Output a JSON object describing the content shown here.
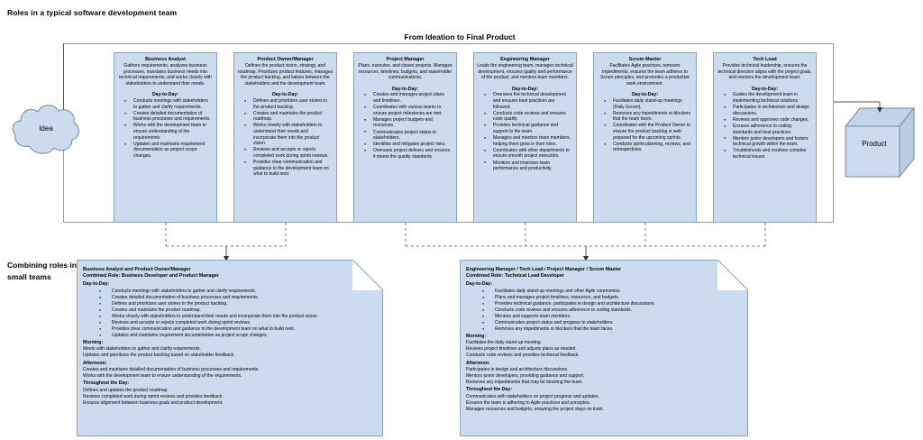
{
  "page": {
    "title": "Roles in a typical software development team",
    "flow_title": "From Ideation to Final Product",
    "section_label": "Combining roles in small teams",
    "idea_label": "Idea",
    "product_label": "Product"
  },
  "colors": {
    "card_fill": "#ccdcee",
    "card_border": "#8aa3bd",
    "container_border": "#9a9a9a",
    "connector": "#555555",
    "text": "#000000",
    "background": "#ffffff"
  },
  "day_to_day_heading": "Day-to-Day:",
  "roles": [
    {
      "name": "Business Analyst",
      "description": "Gathers requirements, analyzes business processes, translates business needs into technical requirements, and works closely with stakeholders to understand their needs.",
      "day_to_day": [
        "Conducts meetings with stakeholders to gather and clarify requirements.",
        "Creates detailed documentation of business processes and requirements.",
        "Works with the development team to ensure understanding of the requirements.",
        "Updates and maintains requirement documentation as project scope changes."
      ]
    },
    {
      "name": "Product Owner/Manager",
      "description": "Defines the product vision, strategy, and roadmap. Prioritizes product features, manages the product backlog, and liaises between the stakeholders and the development team.",
      "day_to_day": [
        "Defines and prioritizes user stories in the product backlog.",
        "Creates and maintains the product roadmap.",
        "Works closely with stakeholders to understand their needs and incorporate them into the product vision.",
        "Reviews and accepts or rejects completed work during sprint reviews.",
        "Provides clear communication and guidance to the development team on what to build next."
      ]
    },
    {
      "name": "Project Manager",
      "description": "Plans, executes, and closes projects. Manages resources, timelines, budgets, and stakeholder communications.",
      "day_to_day": [
        "Creates and manages project plans and timelines.",
        "Coordinates with various teams to ensure project milestones are met.",
        "Manages project budgets and resources.",
        "Communicates project status to stakeholders.",
        "Identifies and mitigates project risks.",
        "Oversees project delivery and ensures it meets the quality standards."
      ]
    },
    {
      "name": "Engineering Manager",
      "description": "Leads the engineering team, manages technical development, ensures quality and performance of the product, and mentors team members.",
      "day_to_day": [
        "Oversees the technical development and ensures best practices are followed.",
        "Conducts code reviews and ensures code quality.",
        "Provides technical guidance and support to the team.",
        "Manages and mentors team members, helping them grow in their roles.",
        "Coordinates with other departments to ensure smooth project execution.",
        "Monitors and improves team performance and productivity."
      ]
    },
    {
      "name": "Scrum Master",
      "description": "Facilitates Agile practices, removes impediments, ensures the team adheres to Scrum principles, and promotes a productive work environment.",
      "day_to_day": [
        "Facilitates daily stand-up meetings (Daily Scrum).",
        "Removes any impediments or blockers that the team faces.",
        "Coordinates with the Product Owner to ensure the product backlog is well-prepared for the upcoming sprints.",
        "Conducts sprint planning, reviews, and retrospectives."
      ]
    },
    {
      "name": "Tech Lead",
      "description": "Provides technical leadership, ensures the technical direction aligns with the project goals, and mentors the development team.",
      "day_to_day": [
        "Guides the development team in implementing technical solutions.",
        "Participates in architecture and design discussions.",
        "Reviews and approves code changes.",
        "Ensures adherence to coding standards and best practices.",
        "Mentors junior developers and fosters technical growth within the team.",
        "Troubleshoots and resolves complex technical issues."
      ]
    }
  ],
  "combined": [
    {
      "title": "Business Analyst and Product Owner/Manager",
      "subtitle": "Combined Role: Business Developer and Product Manager",
      "day_to_day_label": "Day-to-Day:",
      "day_to_day": [
        "Conducts meetings with stakeholders to gather and clarify requirements.",
        "Creates detailed documentation of business processes and requirements.",
        "Defines and prioritizes user stories in the product backlog.",
        "Creates and maintains the product roadmap.",
        "Works closely with stakeholders to understand their needs and incorporate them into the product vision.",
        "Reviews and accepts or rejects completed work during sprint reviews.",
        "Provides clear communication and guidance to the development team on what to build next.",
        "Updates and maintains requirement documentation as project scope changes."
      ],
      "morning_label": "Morning:",
      "morning": [
        "Meets with stakeholders to gather and clarify requirements.",
        "Updates and prioritizes the product backlog based on stakeholder feedback."
      ],
      "afternoon_label": "Afternoon:",
      "afternoon": [
        "Creates and maintains detailed documentation of business processes and requirements.",
        "Works with the development team to ensure understanding of the requirements."
      ],
      "throughout_label": "Throughout the Day:",
      "throughout": [
        "Defines and updates the product roadmap.",
        "Reviews completed work during sprint reviews and provides feedback.",
        "Ensures alignment between business goals and product development."
      ]
    },
    {
      "title": "Engineering Manager / Tech Lead / Project Manager / Scrum Master",
      "subtitle": "Combined Role: Technical Lead Developer",
      "day_to_day_label": "Day-to-Day:",
      "day_to_day": [
        "Facilitates daily stand-up meetings and other Agile ceremonies.",
        "Plans and manages project timelines, resources, and budgets.",
        "Provides technical guidance, participates in design and architecture discussions.",
        "Conducts code reviews and ensures adherence to coding standards.",
        "Mentors and supports team members.",
        "Communicates project status and progress to stakeholders.",
        "Removes any impediments or blockers that the team faces."
      ],
      "morning_label": "Morning:",
      "morning": [
        "Facilitates the daily stand-up meeting.",
        "Reviews project timelines and adjusts plans as needed.",
        "Conducts code reviews and provides technical feedback."
      ],
      "afternoon_label": "Afternoon:",
      "afternoon": [
        "Participates in design and architecture discussions.",
        "Mentors junior developers, providing guidance and support.",
        "Removes any impediments that may be blocking the team."
      ],
      "throughout_label": "Throughout the Day:",
      "throughout": [
        "Communicates with stakeholders on project progress and updates.",
        "Ensures the team is adhering to Agile practices and principles.",
        "Manages resources and budgets, ensuring the project stays on track."
      ]
    }
  ]
}
